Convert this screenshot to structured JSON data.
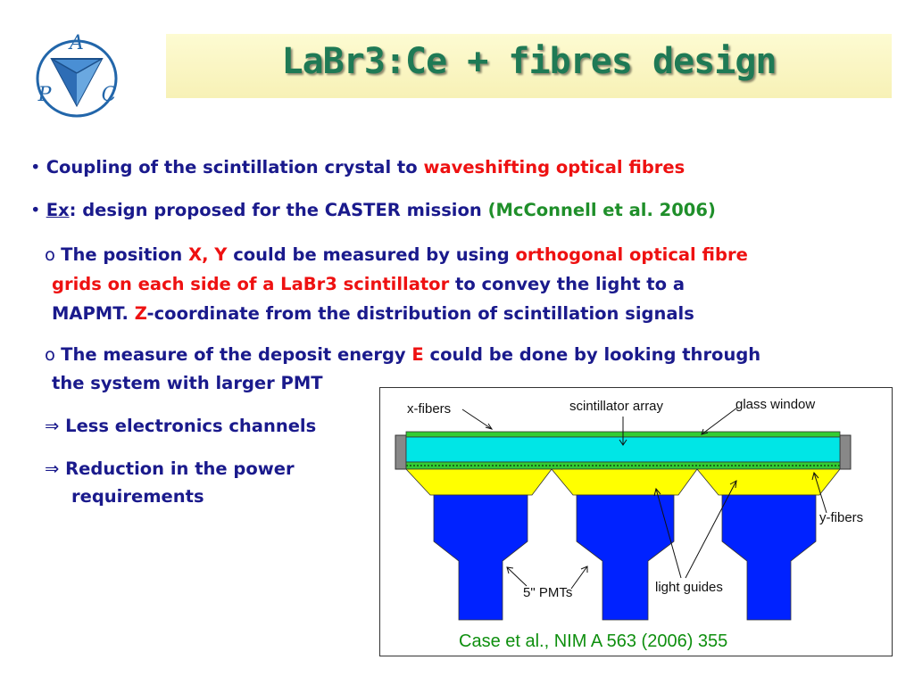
{
  "logo": {
    "letters": [
      "A",
      "P",
      "C"
    ]
  },
  "title": "LaBr3:Ce + fibres design",
  "bullets": [
    {
      "parts": [
        {
          "text": "Coupling of the scintillation crystal to ",
          "style": "plain"
        },
        {
          "text": "waveshifting optical fibres",
          "style": "red"
        }
      ]
    },
    {
      "parts": [
        {
          "text": "Ex",
          "style": "underline"
        },
        {
          "text": ": design proposed for the CASTER mission ",
          "style": "plain"
        },
        {
          "text": "(McConnell et al. 2006)",
          "style": "green"
        }
      ]
    }
  ],
  "sub1": {
    "line1": [
      {
        "text": "The position ",
        "style": "plain"
      },
      {
        "text": "X, Y",
        "style": "red"
      },
      {
        "text": " could be measured by using ",
        "style": "plain"
      },
      {
        "text": "orthogonal optical fibre",
        "style": "red"
      }
    ],
    "line2": [
      {
        "text": "grids on each side of a LaBr3 scintillator",
        "style": "red"
      },
      {
        "text": " to convey the light to a",
        "style": "plain"
      }
    ],
    "line3": [
      {
        "text": "MAPMT. ",
        "style": "plain"
      },
      {
        "text": "Z",
        "style": "red"
      },
      {
        "text": "-coordinate from the distribution of scintillation signals",
        "style": "plain"
      }
    ]
  },
  "sub2": {
    "line1": [
      {
        "text": "The measure of the deposit energy ",
        "style": "plain"
      },
      {
        "text": "E",
        "style": "red"
      },
      {
        "text": " could be done by looking through",
        "style": "plain"
      }
    ],
    "line2": "the system with larger PMT"
  },
  "implies": {
    "arrow": "⇒",
    "item1": "Less electronics channels",
    "item2_line1": "Reduction in the power",
    "item2_line2": "requirements"
  },
  "figure": {
    "labels": {
      "x_fibers": "x-fibers",
      "scintillator": "scintillator array",
      "glass": "glass window",
      "y_fibers": "y-fibers",
      "pmts": "5\" PMTs",
      "guides": "light guides"
    },
    "colors": {
      "crystal": "#00e6e6",
      "fiber": "#33cc33",
      "guide": "#ffff00",
      "pmt": "#0022ff"
    }
  },
  "caption": "Case et al., NIM A 563 (2006) 355"
}
